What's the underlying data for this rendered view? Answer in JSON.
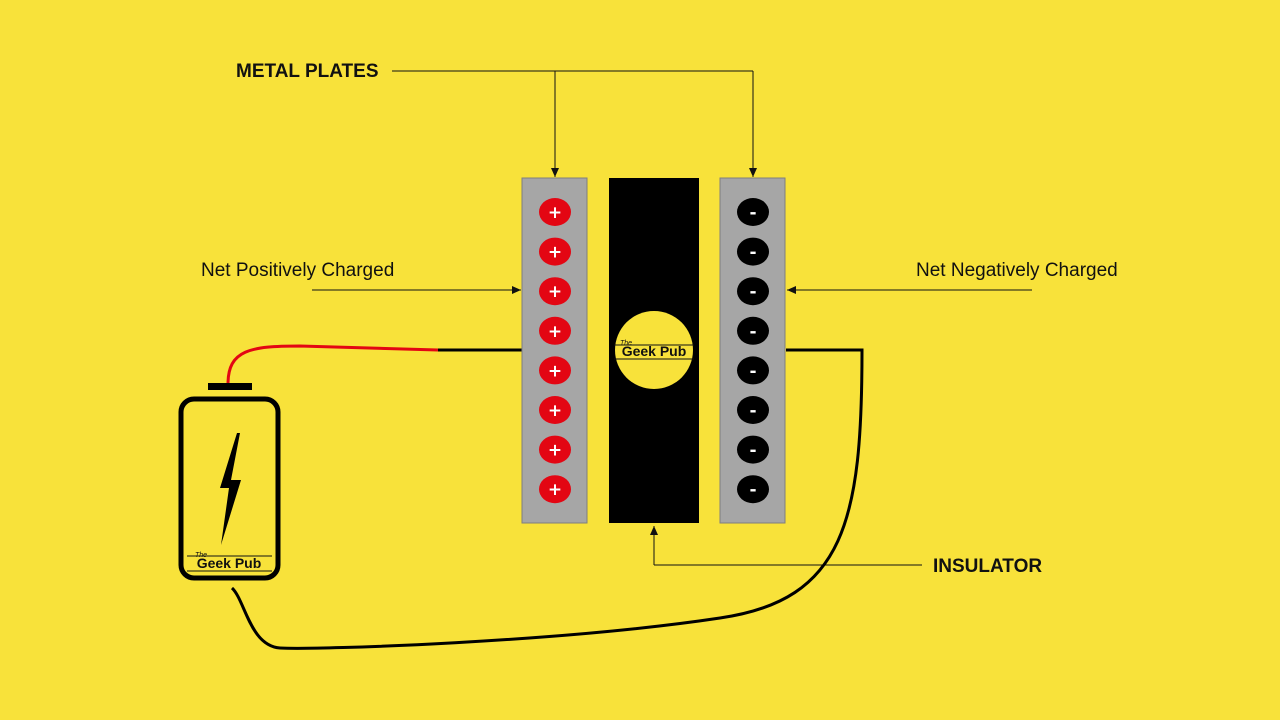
{
  "colors": {
    "background": "#F8E23A",
    "plate": "#A6A6A6",
    "plate_border": "#7F7F7F",
    "insulator": "#000000",
    "positive_fill": "#E30613",
    "negative_fill": "#000000",
    "logo_circle": "#F8E23A",
    "red_wire": "#E30613",
    "black_wire": "#000000"
  },
  "labels": {
    "metal_plates": "METAL PLATES",
    "net_positive": "Net Positively Charged",
    "net_negative": "Net Negatively Charged",
    "insulator": "INSULATOR"
  },
  "charges": {
    "positive_symbol": "+",
    "negative_symbol": "-",
    "positive_count": 8,
    "negative_count": 8
  },
  "logo": {
    "small_text": "The",
    "main_text": "Geek Pub"
  },
  "battery": {
    "icon": "lightning-bolt-icon"
  }
}
